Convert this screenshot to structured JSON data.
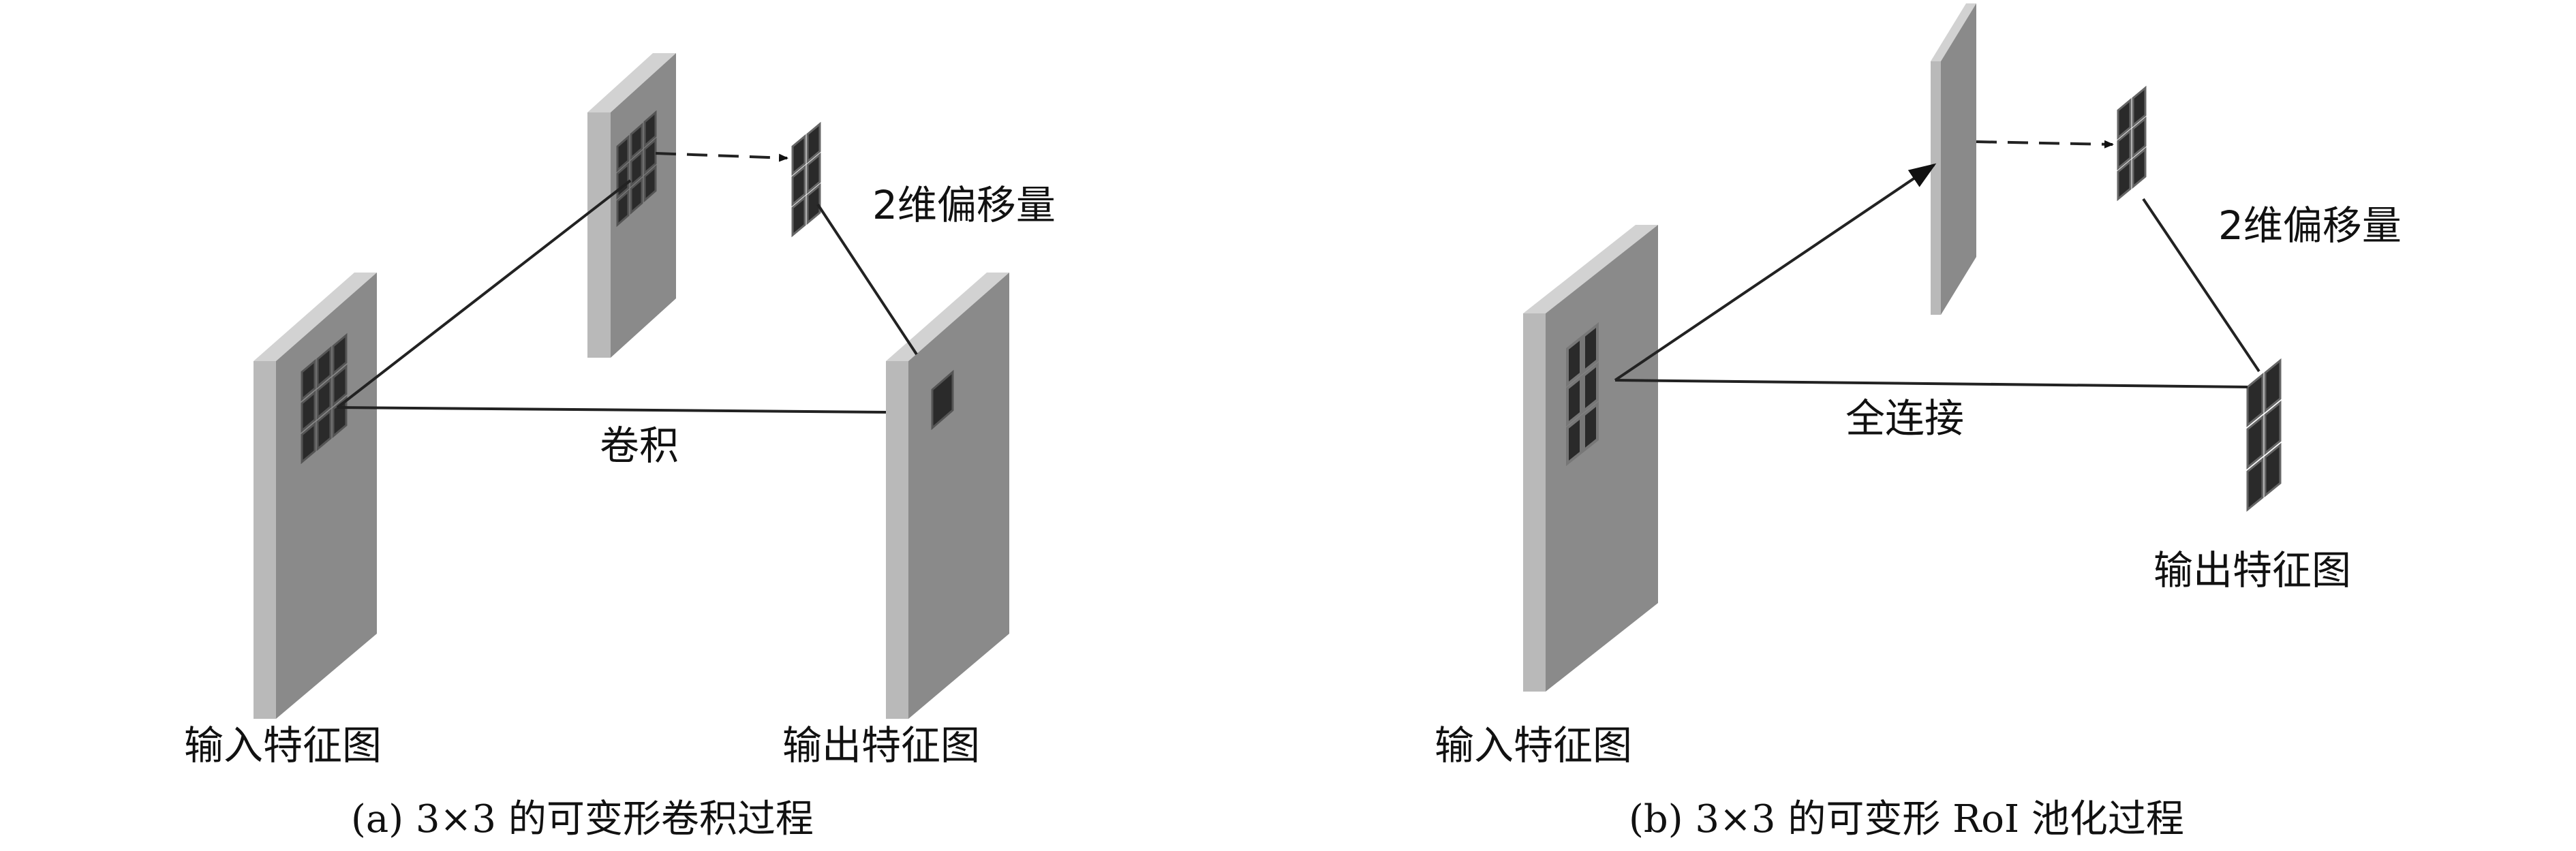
{
  "panel_a": {
    "caption": "(a) 3×3 的可变形卷积过程",
    "input_label": "输入特征图",
    "output_label": "输出特征图",
    "conv_label": "卷积",
    "offset_label": "2维偏移量"
  },
  "panel_b": {
    "caption": "(b) 3×3 的可变形 RoI 池化过程",
    "input_label": "输入特征图",
    "output_label": "输出特征图",
    "fc_label": "全连接",
    "offset_label": "2维偏移量"
  },
  "colors": {
    "slab_front": "#8a8a8a",
    "slab_side": "#b9b9b9",
    "slab_top": "#d2d2d2",
    "grid_cell": "#2a2a2a",
    "line": "#222222"
  }
}
